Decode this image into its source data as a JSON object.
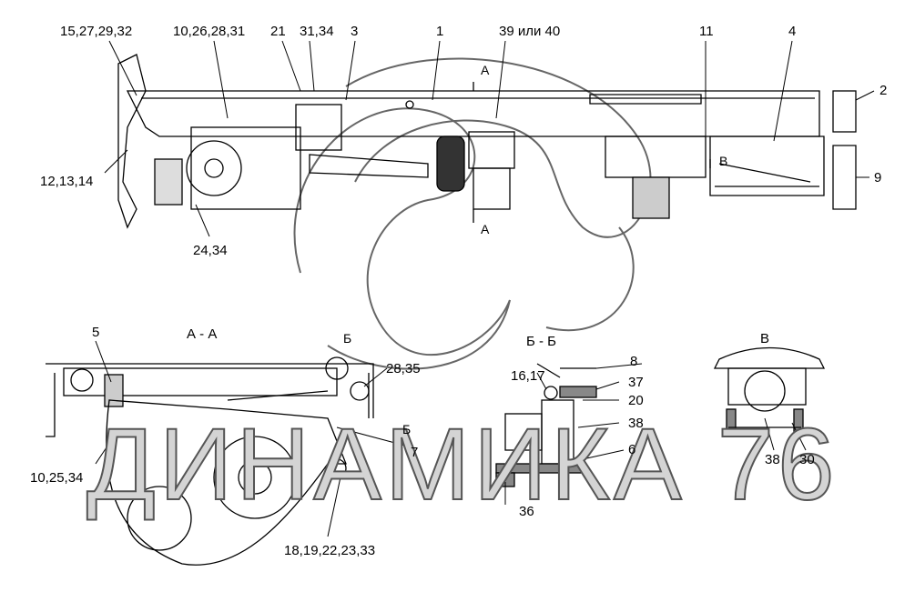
{
  "watermark": "ДИНАМИКА 76",
  "main_view": {
    "callouts": [
      "15,27,29,32",
      "10,26,28,31",
      "21",
      "31,34",
      "3",
      "1",
      "39 или 40",
      "11",
      "4",
      "2",
      "9",
      "12,13,14",
      "24,34"
    ],
    "section_marks": [
      "А",
      "А",
      "В"
    ]
  },
  "section_aa": {
    "title": "А - А",
    "callouts": [
      "5",
      "28,35",
      "10,25,34",
      "7",
      "18,19,22,23,33"
    ],
    "section_marks": [
      "Б",
      "Б"
    ]
  },
  "section_bb": {
    "title": "Б - Б",
    "callouts": [
      "8",
      "16,17",
      "37",
      "20",
      "38",
      "6",
      "36"
    ]
  },
  "view_v": {
    "title": "В",
    "callouts": [
      "38",
      "30"
    ]
  }
}
